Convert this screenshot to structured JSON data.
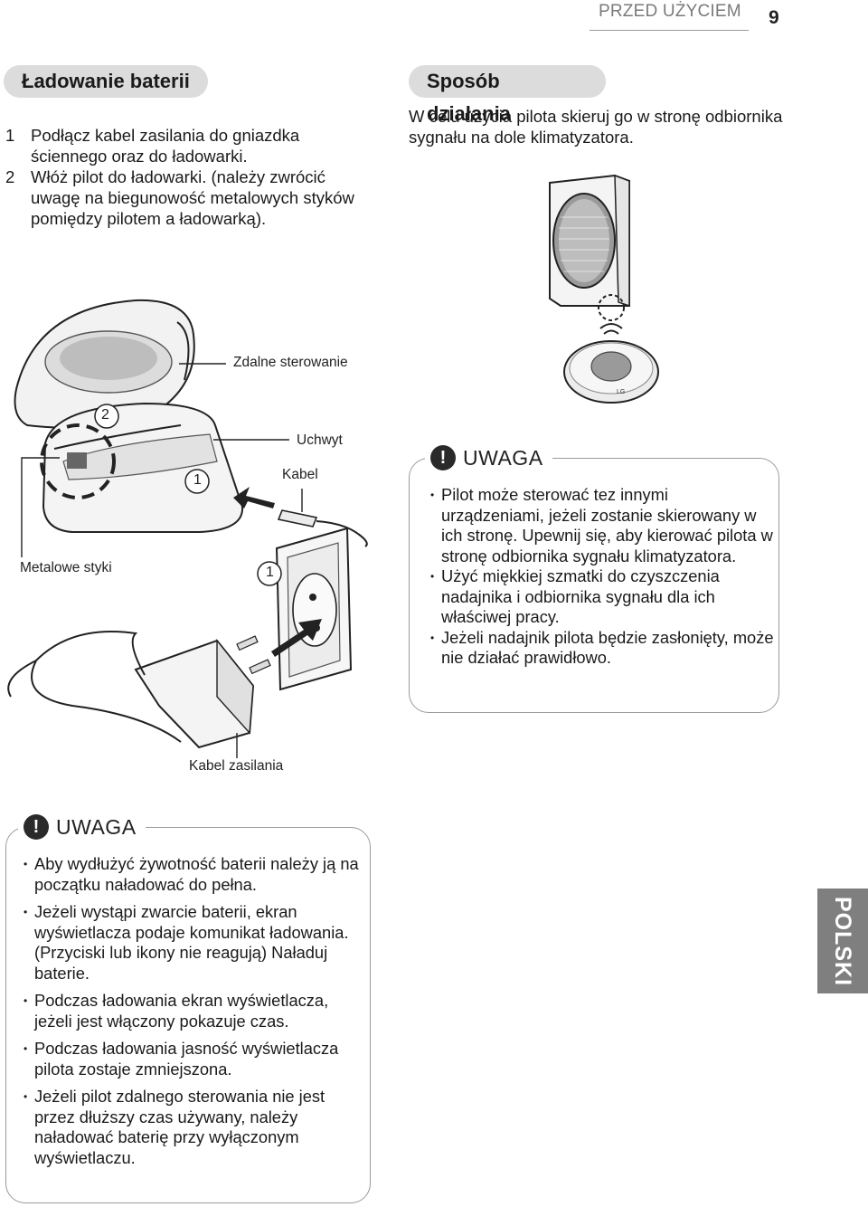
{
  "header": {
    "section": "PRZED UŻYCIEM",
    "page_number": "9"
  },
  "charging": {
    "title": "Ładowanie baterii",
    "steps": [
      {
        "num": "1",
        "text": "Podłącz kabel zasilania do gniazdka ściennego oraz do ładowarki."
      },
      {
        "num": "2",
        "text": "Włóż pilot do ładowarki. (należy zwrócić uwagę na biegunowość metalowych styków pomiędzy pilotem a ładowarką)."
      }
    ]
  },
  "operation": {
    "title": "Sposób działania",
    "text": "W celu użycia pilota skieruj go w stronę odbiornika sygnału na dole klimatyzatora."
  },
  "illustration": {
    "remote_label": "Zdalne sterowanie",
    "holder_label": "Uchwyt",
    "cable_label": "Kabel",
    "contacts_label": "Metalowe styki",
    "power_cable_label": "Kabel zasilania",
    "callout_2": "2",
    "callout_1a": "1",
    "callout_1b": "1",
    "brand": "LG"
  },
  "note1": {
    "title": "UWAGA",
    "items": [
      "Pilot może sterować tez innymi urządzeniami, jeżeli zostanie skierowany w ich stronę. Upewnij się, aby kierować pilota w stronę odbiornika sygnału klimatyzatora.",
      "Użyć miękkiej szmatki do czyszczenia nadajnika i odbiornika sygnału dla ich właściwej pracy.",
      "Jeżeli nadajnik pilota będzie zasłonięty, może nie działać prawidłowo."
    ]
  },
  "note2": {
    "title": "UWAGA",
    "items": [
      "Aby wydłużyć żywotność baterii należy ją na początku naładować do pełna.",
      "Jeżeli wystąpi zwarcie baterii, ekran wyświetlacza podaje komunikat ładowania. (Przyciski lub ikony nie reagują) Naładuj baterie.",
      "Podczas ładowania ekran wyświetlacza, jeżeli jest włączony pokazuje czas.",
      "Podczas ładowania jasność wyświetlacza pilota zostaje zmniejszona.",
      "Jeżeli pilot zdalnego sterowania nie jest przez dłuższy czas używany, należy naładować baterię przy wyłączonym wyświetlaczu."
    ]
  },
  "language_tab": "POLSKI"
}
